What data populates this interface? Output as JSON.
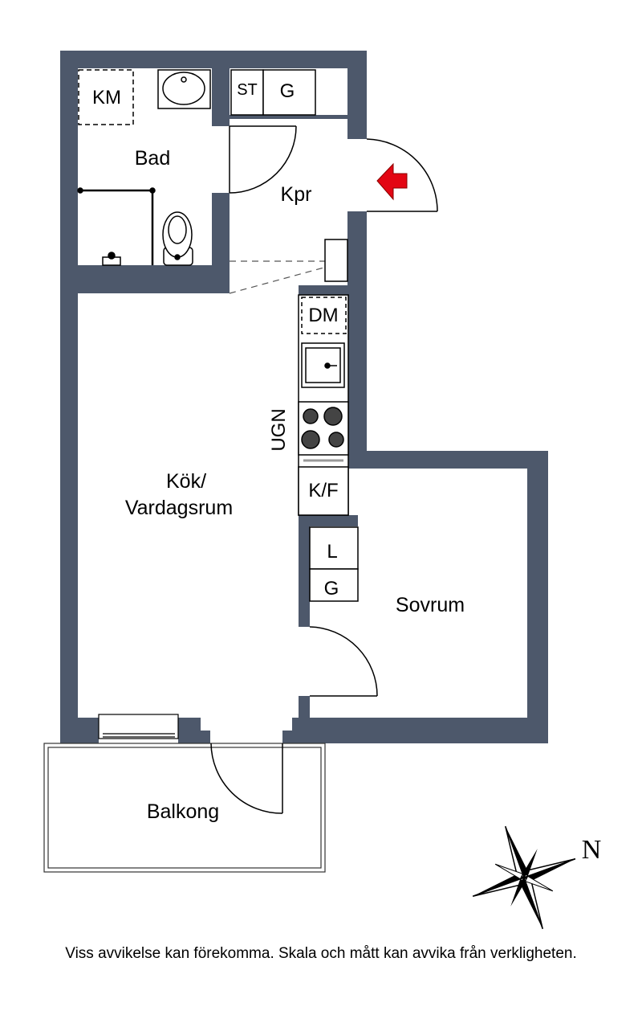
{
  "rooms": {
    "bad": "Bad",
    "kpr": "Kpr",
    "kok_line1": "Kök/",
    "kok_line2": "Vardagsrum",
    "sovrum": "Sovrum",
    "balkong": "Balkong"
  },
  "fixtures": {
    "km": "KM",
    "st": "ST",
    "g_top": "G",
    "dm": "DM",
    "ugn": "UGN",
    "kf": "K/F",
    "l": "L",
    "g_bottom": "G"
  },
  "compass": {
    "north": "N"
  },
  "disclaimer": "Viss avvikelse kan förekomma. Skala och mått kan avvika från verkligheten.",
  "colors": {
    "wall": "#4d586b",
    "entrance_arrow": "#e30613"
  }
}
